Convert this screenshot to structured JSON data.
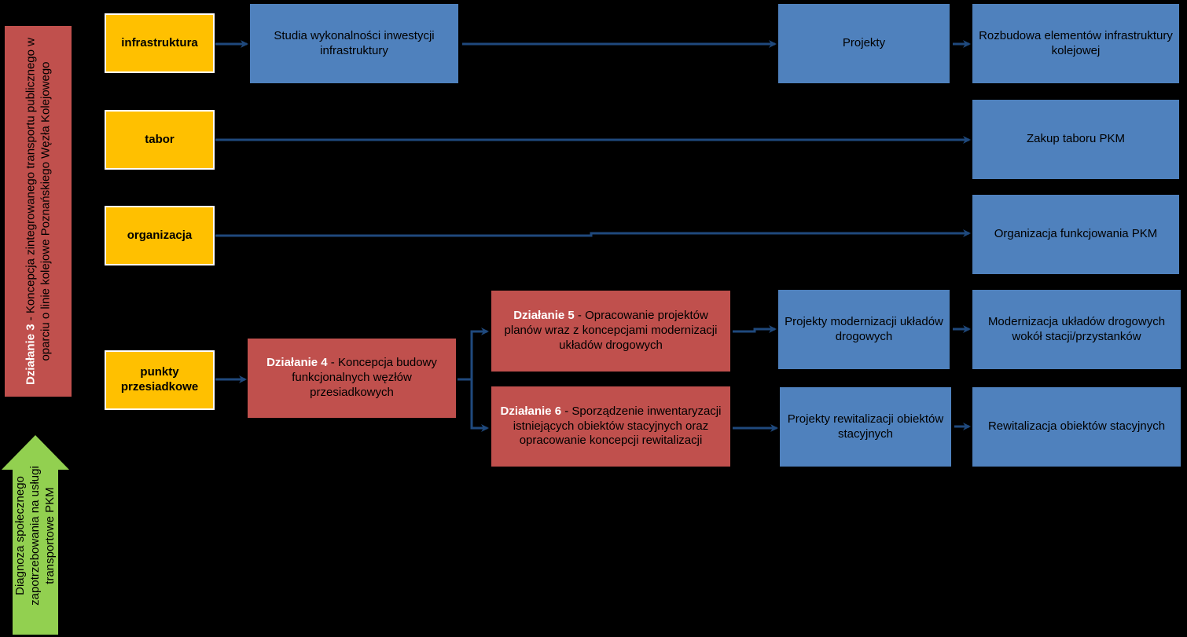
{
  "colors": {
    "yellow": "#ffc000",
    "blue": "#4f81bd",
    "red": "#c0504d",
    "green": "#92d050",
    "arrow": "#1f497d"
  },
  "side": {
    "main_lead": "Działanie 3",
    "main_rest": " - Koncepcja zintegrowanego transportu publicznego w oparciu o linie kolejowe Poznańskiego Węzła Kolejowego",
    "diagnosis": "Diagnoza społecznego zapotrzebowania na usługi transportowe PKM"
  },
  "categories": {
    "infrastructure": "infrastruktura",
    "rolling_stock": "tabor",
    "organization": "organizacja",
    "transfer_points": "punkty przesiadkowe"
  },
  "blue": {
    "feasibility": "Studia wykonalności inwestycji infrastruktury",
    "projects": "Projekty",
    "expansion": "Rozbudowa elementów infrastruktury kolejowej",
    "purchase": "Zakup taboru PKM",
    "organization": "Organizacja funkcjowania PKM",
    "road_projects": "Projekty modernizacji układów drogowych",
    "road_modernization": "Modernizacja układów drogowych wokół stacji/przystanków",
    "revit_projects": "Projekty rewitalizacji obiektów stacyjnych",
    "revitalization": "Rewitalizacja obiektów stacyjnych"
  },
  "actions": {
    "a4_lead": "Działanie 4",
    "a4_rest": " - Koncepcja budowy funkcjonalnych węzłów przesiadkowych",
    "a5_lead": "Działanie 5",
    "a5_rest": " - Opracowanie projektów planów wraz z koncepcjami modernizacji układów  drogowych",
    "a6_lead": "Działanie 6",
    "a6_rest": " - Sporządzenie inwentaryzacji istniejących obiektów stacyjnych  oraz opracowanie koncepcji rewitalizacji"
  }
}
